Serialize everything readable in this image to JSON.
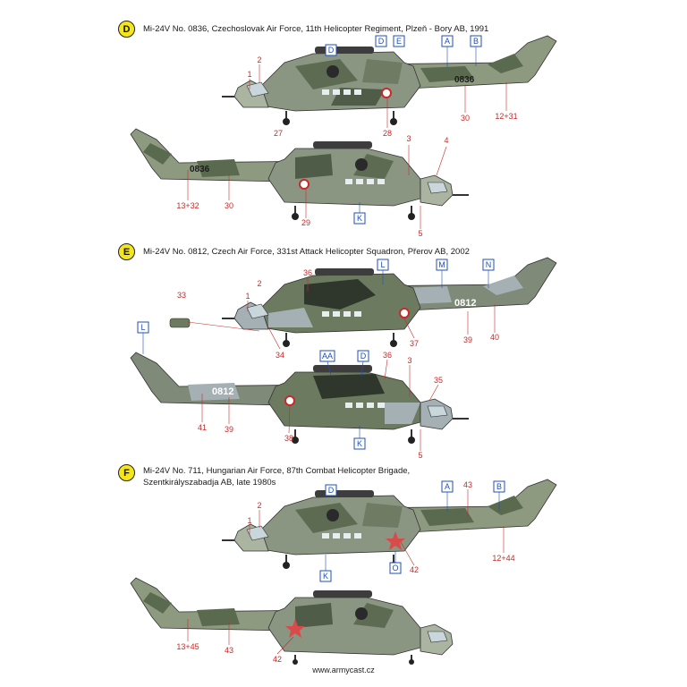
{
  "sections": [
    {
      "badge": "D",
      "title": "Mi-24V No. 0836, Czechoslovak Air Force, 11th Helicopter Regiment, Plzeň - Bory AB, 1991",
      "serial": "0836",
      "callouts_top_blue": [
        "D",
        "D",
        "E",
        "A",
        "B"
      ],
      "callouts_top_red": [
        "1",
        "2",
        "27",
        "28",
        "30",
        "12+31"
      ],
      "callouts_bottom_red": [
        "3",
        "4",
        "13+32",
        "30",
        "29",
        "5"
      ],
      "callouts_bottom_blue": [
        "K"
      ]
    },
    {
      "badge": "E",
      "title": "Mi-24V No. 0812, Czech Air Force, 331st Attack Helicopter Squadron, Přerov AB, 2002",
      "serial": "0812",
      "callouts_top_blue": [
        "L",
        "M",
        "N"
      ],
      "callouts_top_red": [
        "33",
        "1",
        "2",
        "36",
        "34",
        "37",
        "39",
        "40"
      ],
      "callouts_bottom_blue": [
        "L",
        "AA",
        "D",
        "K"
      ],
      "callouts_bottom_red": [
        "36",
        "3",
        "35",
        "41",
        "39",
        "38",
        "5"
      ]
    },
    {
      "badge": "F",
      "title_line1": "Mi-24V No. 711, Hungarian Air Force, 87th Combat Helicopter Brigade,",
      "title_line2": "Szentkirályszabadja AB, late 1980s",
      "callouts_top_blue": [
        "D",
        "A",
        "B",
        "K",
        "O"
      ],
      "callouts_top_red": [
        "1",
        "2",
        "43",
        "42",
        "12+44"
      ],
      "callouts_bottom_red": [
        "13+45",
        "43",
        "42"
      ]
    }
  ],
  "footer": "www.armycast.cz",
  "colors": {
    "camo_light": "#9aa48c",
    "camo_mid": "#6f7d63",
    "camo_dark": "#4f5c47",
    "belly": "#c9d6dc",
    "callout_blue": "#1f4fb8",
    "callout_red": "#c62a2a",
    "badge_yellow": "#f5e61c"
  }
}
